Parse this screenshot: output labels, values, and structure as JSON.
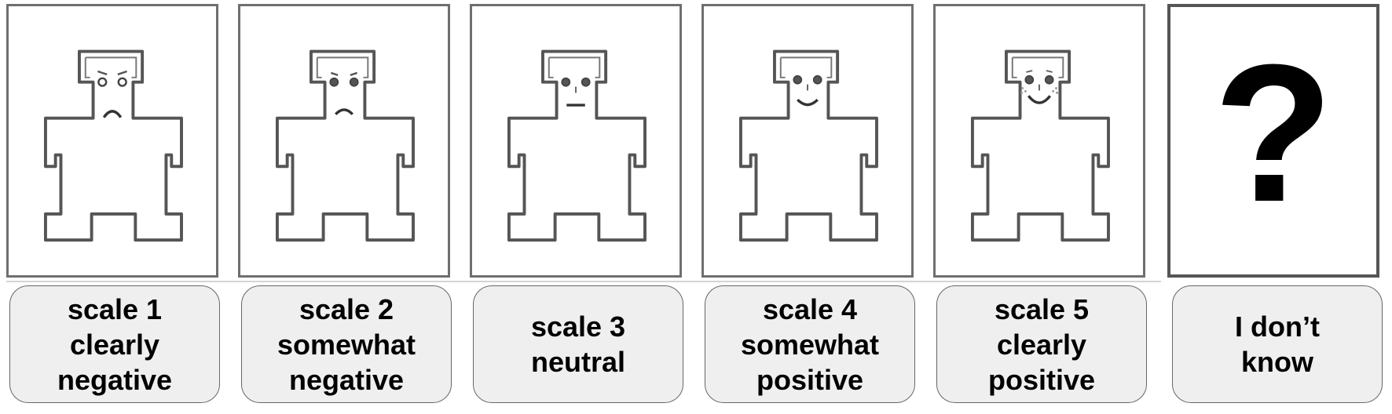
{
  "panels": [
    {
      "scale": "scale 1",
      "desc1": "clearly",
      "desc2": "negative",
      "mood": "negative-strong"
    },
    {
      "scale": "scale 2",
      "desc1": "somewhat",
      "desc2": "negative",
      "mood": "negative"
    },
    {
      "scale": "scale 3",
      "desc1": "neutral",
      "desc2": "",
      "mood": "neutral"
    },
    {
      "scale": "scale 4",
      "desc1": "somewhat",
      "desc2": "positive",
      "mood": "positive"
    },
    {
      "scale": "scale 5",
      "desc1": "clearly",
      "desc2": "positive",
      "mood": "positive-strong"
    }
  ],
  "unknown": {
    "line1": "I don’t",
    "line2": "know",
    "symbol": "?"
  }
}
